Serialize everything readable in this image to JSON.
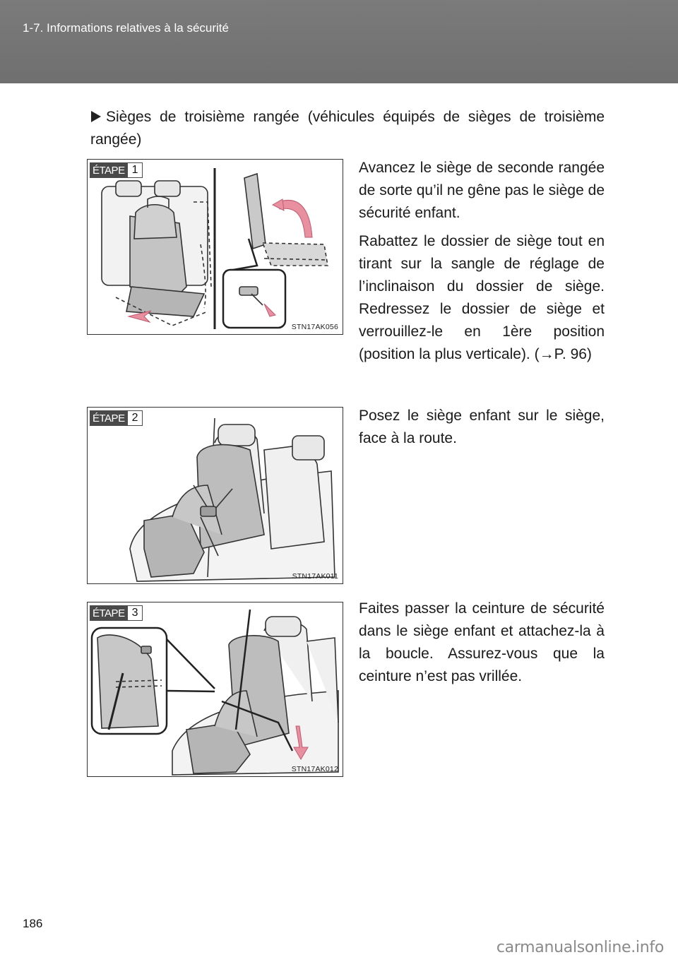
{
  "header": {
    "section": "1-7. Informations relatives à la sécurité"
  },
  "intro": {
    "text": "Sièges de troisième rangée (véhicules équipés de sièges de troisième rangée)"
  },
  "steps": [
    {
      "tag": "ÉTAPE",
      "number": "1",
      "figure_code": "STN17AK056",
      "paragraphs": [
        "Avancez le siège de seconde rangée de sorte qu’il ne gêne pas le siège de sécurité enfant.",
        "Rabattez le dossier de siège tout en tirant sur la sangle de réglage de l’inclinaison du dossier de siège. Redressez le dossier de siège et verrouillez-le en 1ère position (position la plus verticale). (→P. 96)"
      ]
    },
    {
      "tag": "ÉTAPE",
      "number": "2",
      "figure_code": "STN17AK011",
      "paragraphs": [
        "Posez le siège enfant sur le siège, face à la route."
      ]
    },
    {
      "tag": "ÉTAPE",
      "number": "3",
      "figure_code": "STN17AK012",
      "paragraphs": [
        "Faites passer la ceinture de sécurité dans le siège enfant et attachez-la à la boucle. Assurez-vous que la ceinture n’est pas vrillée."
      ]
    }
  ],
  "page_number": "186",
  "watermark": "carmanualsonline.info",
  "colors": {
    "header_bg": "#737373",
    "arrow": "#e88fa0",
    "seat_fill": "#b8b8b8"
  }
}
